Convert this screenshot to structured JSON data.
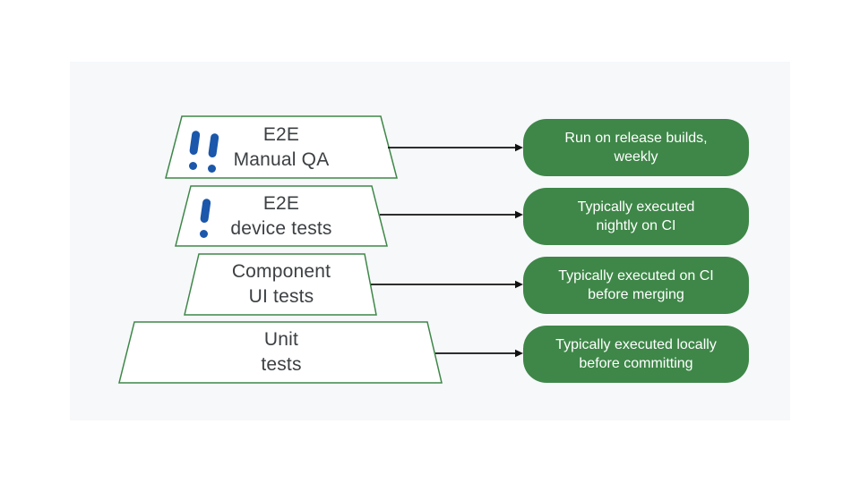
{
  "colors": {
    "panel_bg": "#f6f8fa",
    "shape_green": "#3e8748",
    "icon_blue": "#1b57ab",
    "level_text": "#3c4043",
    "note_text": "#ffffff",
    "arrow": "#111111"
  },
  "rows": [
    {
      "level": "E2E\nManual QA",
      "icon": "double-exclamation-icon",
      "note": "Run on release builds,\nweekly"
    },
    {
      "level": "E2E\ndevice tests",
      "icon": "exclamation-icon",
      "note": "Typically executed\nnightly on CI"
    },
    {
      "level": "Component\nUI tests",
      "note": "Typically executed on CI\nbefore merging"
    },
    {
      "level": "Unit\ntests",
      "note": "Typically executed locally\nbefore committing"
    }
  ]
}
